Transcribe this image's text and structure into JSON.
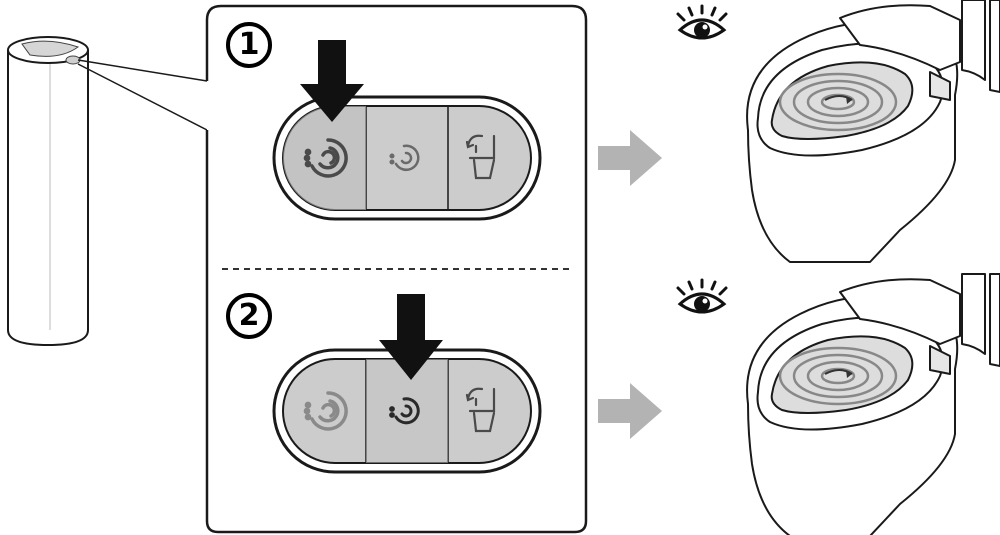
{
  "steps": [
    {
      "number": "1",
      "pressed_button": "full-flush"
    },
    {
      "number": "2",
      "pressed_button": "partial-flush"
    }
  ],
  "buttons": [
    {
      "icon": "full-flush-swirl-icon"
    },
    {
      "icon": "partial-flush-swirl-icon"
    },
    {
      "icon": "seat-lid-icon"
    }
  ],
  "icons": [
    "eye-icon",
    "down-arrow-icon",
    "right-arrow-icon",
    "toilet-icon",
    "remote-control-icon"
  ],
  "colors": {
    "button_fill": "#cccccc",
    "swirl_dark": "#555555",
    "swirl_light": "#999999",
    "arrow_gray": "#b3b3b3",
    "outline": "#1a1a1a"
  }
}
